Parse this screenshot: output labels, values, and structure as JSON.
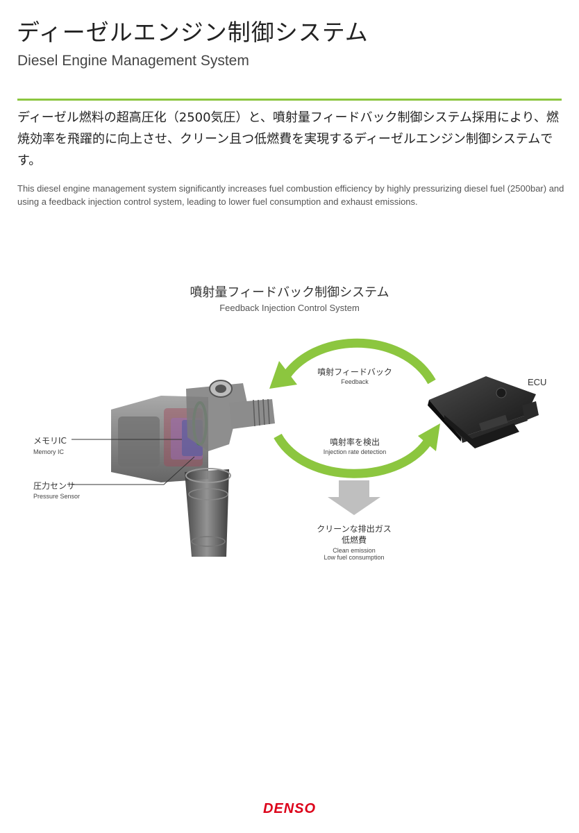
{
  "header": {
    "title_ja": "ディーゼルエンジン制御システム",
    "title_en": "Diesel Engine Management System"
  },
  "intro": {
    "text_ja": "ディーゼル燃料の超高圧化（2500気圧）と、噴射量フィードバック制御システム採用により、燃焼効率を飛躍的に向上させ、クリーン且つ低燃費を実現するディーゼルエンジン制御システムです。",
    "text_en": "This diesel engine management system significantly increases fuel combustion efficiency by highly pressurizing diesel fuel (2500bar) and using a feedback injection control system, leading to lower fuel consumption and exhaust emissions."
  },
  "figure": {
    "title_ja": "噴射量フィードバック制御システム",
    "title_en": "Feedback Injection Control System",
    "labels": {
      "memory_ic_ja": "メモリIC",
      "memory_ic_en": "Memory IC",
      "pressure_sensor_ja": "圧力センサ",
      "pressure_sensor_en": "Pressure Sensor",
      "feedback_ja": "噴射フィードバック",
      "feedback_en": "Feedback",
      "detection_ja": "噴射率を検出",
      "detection_en": "Injection rate detection",
      "ecu": "ECU",
      "result_ja_1": "クリーンな排出ガス",
      "result_ja_2": "低燃費",
      "result_en_1": "Clean emission",
      "result_en_2": "Low fuel consumption"
    },
    "colors": {
      "accent_green": "#8cc63f",
      "arrow_gray": "#bfbfbf",
      "brand_red": "#dc0019"
    }
  },
  "footer": {
    "logo_text": "DENSO"
  }
}
